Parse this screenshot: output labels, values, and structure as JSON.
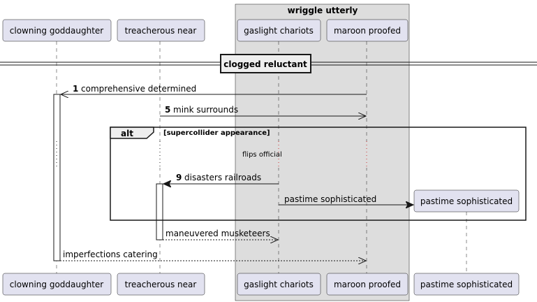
{
  "box": {
    "title": "wriggle utterly",
    "color": "#dddddd"
  },
  "participants": {
    "clowning": "clowning goddaughter",
    "treacherous": "treacherous near",
    "gaslight": "gaslight chariots",
    "maroon": "maroon proofed",
    "pastime": "pastime sophisticated"
  },
  "divider": {
    "label": "clogged reluctant"
  },
  "messages": [
    {
      "num": "1",
      "text": "comprehensive determined"
    },
    {
      "num": "5",
      "text": "mink surrounds"
    },
    {
      "num": "9",
      "text": "disasters railroads"
    },
    {
      "num": "",
      "text": "pastime sophisticated"
    },
    {
      "num": "",
      "text": "maneuvered musketeers"
    },
    {
      "num": "",
      "text": "imperfections catering"
    }
  ],
  "alt": {
    "keyword": "alt",
    "condition": "[supercollider appearance]"
  },
  "note": {
    "text": "flips official"
  },
  "colors": {
    "participant_fill": "#e2e2f0",
    "line": "#181818",
    "box_fill": "#dddddd"
  }
}
